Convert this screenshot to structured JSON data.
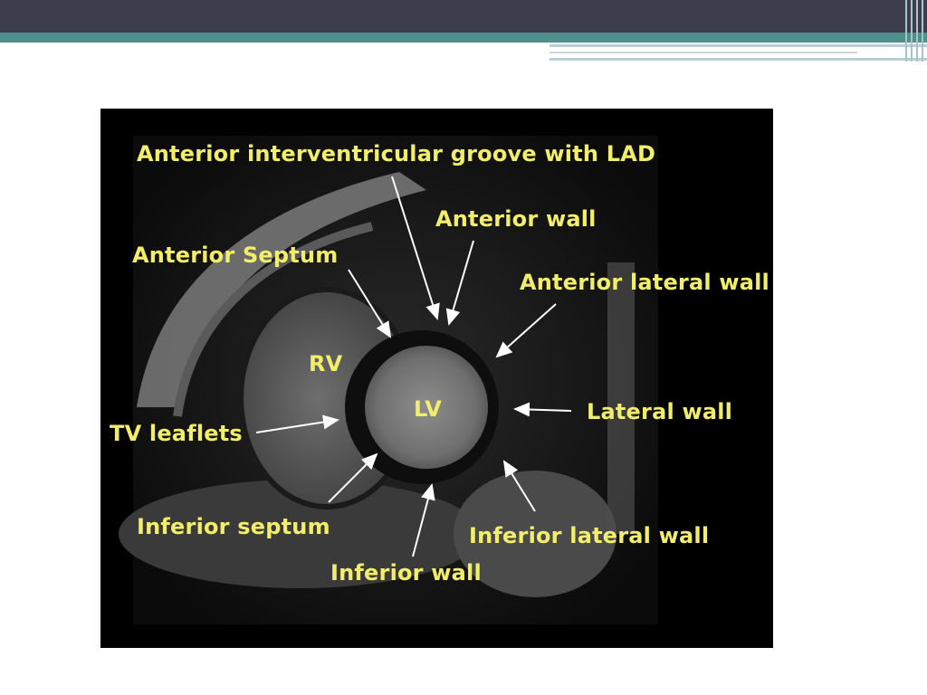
{
  "slide": {
    "accent_colors": {
      "top_bar": "#3d3e4d",
      "teal_bar": "#4f8f8c",
      "label_color": "#f2ee6a"
    }
  },
  "figure": {
    "type": "cardiac MRI short-axis",
    "labels": {
      "anterior_iv_groove": "Anterior interventricular groove with LAD",
      "anterior_wall": "Anterior  wall",
      "anterior_septum": "Anterior Septum",
      "anterior_lateral_wall": "Anterior lateral wall",
      "rv": "RV",
      "lv": "LV",
      "lateral_wall": "Lateral wall",
      "tv_leaflets": "TV leaflets",
      "inferior_septum": "Inferior septum",
      "inferior_lateral_wall": "Inferior lateral wall",
      "inferior_wall": "Inferior wall"
    }
  }
}
